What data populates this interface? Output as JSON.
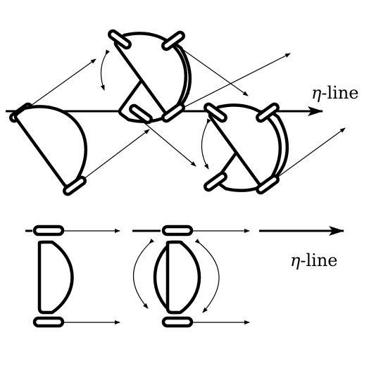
{
  "labels": {
    "top_axis": {
      "symbol": "η",
      "suffix": "-line"
    },
    "bottom_axis": {
      "symbol": "η",
      "suffix": "-line"
    }
  },
  "colors": {
    "ink": "#000000",
    "background": "#ffffff"
  }
}
